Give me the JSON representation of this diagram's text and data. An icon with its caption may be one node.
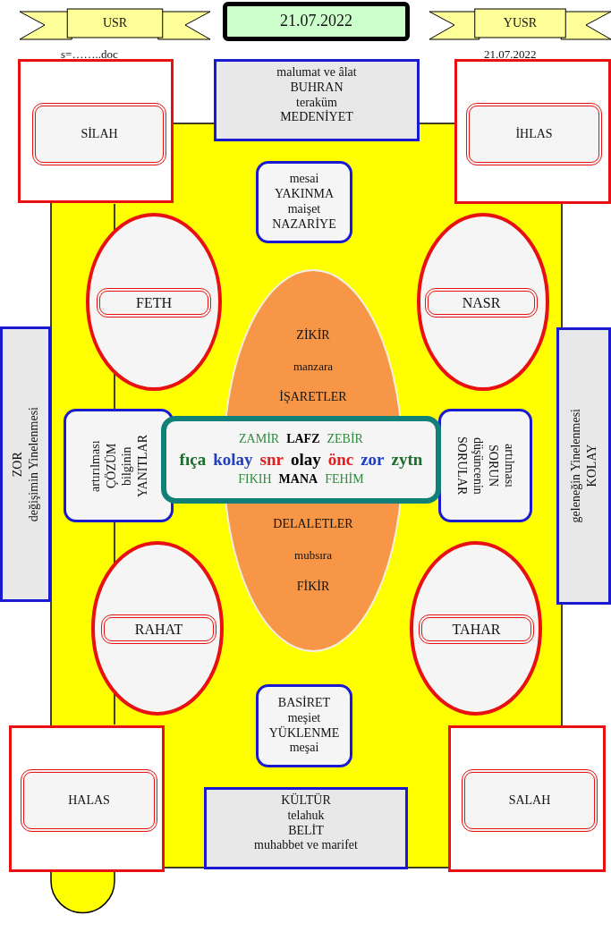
{
  "diagram": {
    "nodes": [
      {
        "text": [
          "USR"
        ]
      },
      {
        "text": [
          "21.07.2022"
        ]
      },
      {
        "text": [
          "YUSR"
        ]
      },
      {
        "text": [
          "malumat ve âlat",
          "BUHRAN",
          "teraküm",
          "MEDENİYET"
        ]
      },
      {
        "text": [],
        "shape": "box"
      },
      {
        "text": [
          "SİLAH"
        ],
        "in": 4
      },
      {
        "text": [],
        "shape": "box"
      },
      {
        "text": [
          "İHLAS"
        ],
        "in": 6
      },
      {
        "text": [
          "mesai",
          "YAKINMA",
          "maişet",
          "NAZARİYE"
        ]
      },
      {
        "text": [],
        "shape": "ellipse"
      },
      {
        "text": [
          "FETH"
        ],
        "in": 9
      },
      {
        "text": [],
        "shape": "ellipse"
      },
      {
        "text": [
          "NASR"
        ],
        "in": 11
      },
      {
        "text": [
          "ZİKİR",
          "manzara",
          "İŞARETLER",
          "DELALETLER",
          "mubsıra",
          "FİKİR"
        ]
      },
      {
        "text": [
          "ZOR",
          "değişimin Yinelenmesi"
        ]
      },
      {
        "text": [
          "artırılması",
          "ÇÖZÜM",
          "bilginin",
          "YANITLAR"
        ]
      },
      {
        "text": [
          "ZAMİR",
          "LAFZ",
          "ZEBİR",
          "fıça",
          "kolay",
          "snr",
          "olay",
          "önc",
          "zor",
          "zytn",
          "FIKIH",
          "MANA",
          "FEHİM"
        ]
      },
      {
        "text": [
          "artılması",
          "SORUN",
          "düşüncenin",
          "SORULAR"
        ]
      },
      {
        "text": [
          "geleneğin Yinelenmesi",
          "KOLAY"
        ]
      },
      {
        "text": [],
        "shape": "ellipse"
      },
      {
        "text": [
          "RAHAT"
        ],
        "in": 19
      },
      {
        "text": [],
        "shape": "ellipse"
      },
      {
        "text": [
          "TAHAR"
        ],
        "in": 21
      },
      {
        "text": [
          "BASİRET",
          "meşiet",
          "YÜKLENME",
          "meşai"
        ]
      },
      {
        "text": [],
        "shape": "box"
      },
      {
        "text": [
          "HALAS"
        ],
        "in": 24
      },
      {
        "text": [],
        "shape": "box"
      },
      {
        "text": [
          "SALAH"
        ],
        "in": 26
      },
      {
        "text": [
          "KÜLTÜR",
          "telahuk",
          "BELİT",
          "muhabbet ve marifet"
        ]
      }
    ],
    "labels": [
      "s=……..doc",
      "21.07.2022"
    ]
  }
}
